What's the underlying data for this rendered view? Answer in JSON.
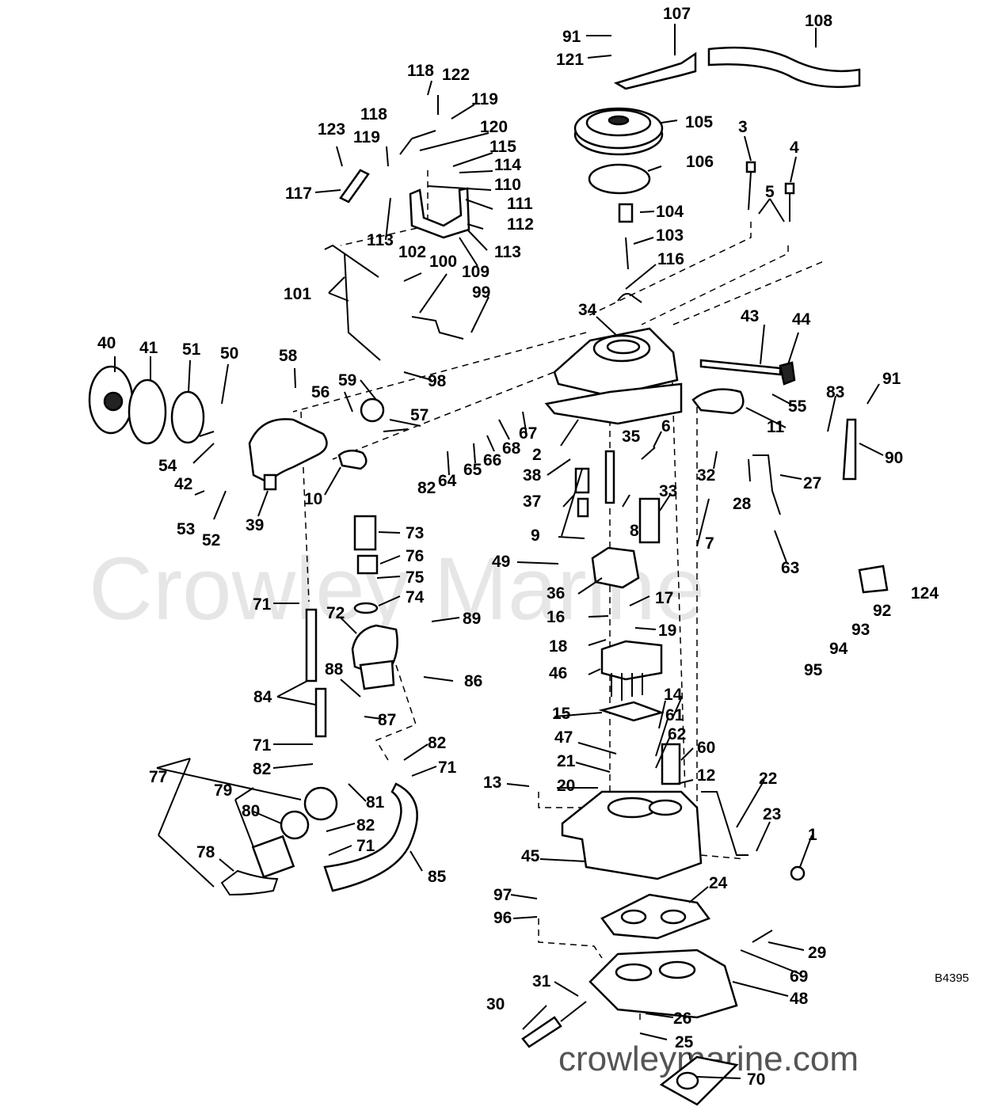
{
  "watermark": "Crowley Marine",
  "website": "crowleymarine.com",
  "diagram_code": "B4395",
  "part_labels": [
    "1",
    "2",
    "3",
    "4",
    "5",
    "6",
    "7",
    "8",
    "9",
    "10",
    "11",
    "12",
    "13",
    "14",
    "15",
    "16",
    "17",
    "18",
    "19",
    "20",
    "21",
    "22",
    "23",
    "24",
    "25",
    "26",
    "27",
    "28",
    "29",
    "30",
    "31",
    "32",
    "33",
    "34",
    "35",
    "36",
    "37",
    "38",
    "39",
    "40",
    "41",
    "42",
    "43",
    "44",
    "45",
    "46",
    "47",
    "48",
    "49",
    "50",
    "51",
    "52",
    "53",
    "54",
    "55",
    "56",
    "57",
    "58",
    "59",
    "60",
    "61",
    "62",
    "63",
    "64",
    "65",
    "66",
    "67",
    "68",
    "69",
    "70",
    "71",
    "72",
    "73",
    "74",
    "75",
    "76",
    "77",
    "78",
    "79",
    "80",
    "81",
    "82",
    "83",
    "84",
    "85",
    "86",
    "87",
    "88",
    "89",
    "90",
    "91",
    "92",
    "93",
    "94",
    "95",
    "96",
    "97",
    "98",
    "99",
    "100",
    "101",
    "102",
    "103",
    "104",
    "105",
    "106",
    "107",
    "108",
    "109",
    "110",
    "111",
    "112",
    "113",
    "114",
    "115",
    "116",
    "117",
    "118",
    "119",
    "120",
    "121",
    "122",
    "123",
    "124"
  ]
}
